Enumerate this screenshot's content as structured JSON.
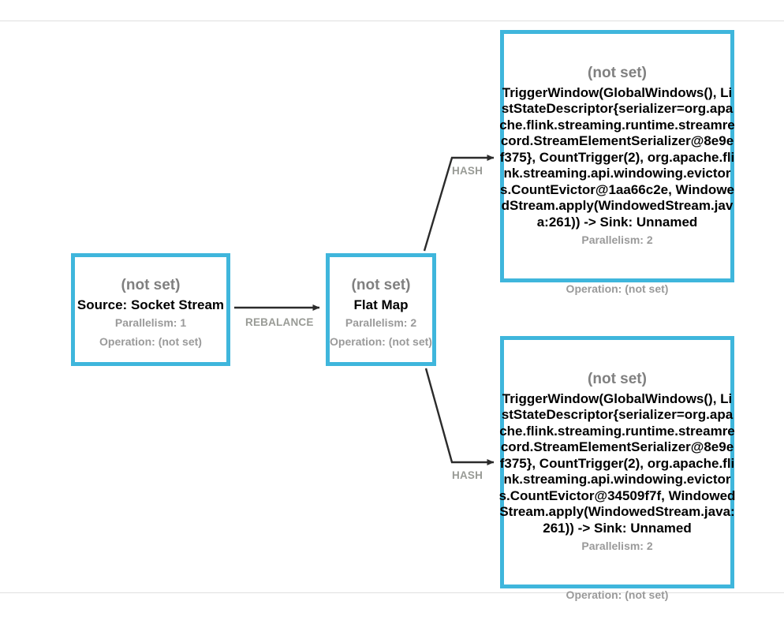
{
  "page": {
    "title": "Flink Job Execution Plan",
    "background": "#ffffff",
    "accent_color": "#3fb6dc",
    "muted_text_color": "#9a9a9a",
    "edge_label_color": "#999b96"
  },
  "graph": {
    "nodes": [
      {
        "id": "source",
        "title": "(not set)",
        "name": "Source: Socket Stream",
        "parallelism": "Parallelism: 1",
        "operation": "Operation: (not set)"
      },
      {
        "id": "flatmap",
        "title": "(not set)",
        "name": "Flat Map",
        "parallelism": "Parallelism: 2",
        "operation": "Operation: (not set)"
      },
      {
        "id": "window-top",
        "title": "(not set)",
        "name": "TriggerWindow(GlobalWindows(), ListStateDescriptor{serializer=org.apache.flink.streaming.runtime.streamrecord.StreamElementSerializer@8e9ef375}, CountTrigger(2), org.apache.flink.streaming.api.windowing.evictors.CountEvictor@1aa66c2e, WindowedStream.apply(WindowedStream.java:261)) -> Sink: Unnamed",
        "parallelism": "Parallelism: 2",
        "operation": "Operation: (not set)"
      },
      {
        "id": "window-bottom",
        "title": "(not set)",
        "name": "TriggerWindow(GlobalWindows(), ListStateDescriptor{serializer=org.apache.flink.streaming.runtime.streamrecord.StreamElementSerializer@8e9ef375}, CountTrigger(2), org.apache.flink.streaming.api.windowing.evictors.CountEvictor@34509f7f, WindowedStream.apply(WindowedStream.java:261)) -> Sink: Unnamed",
        "parallelism": "Parallelism: 2",
        "operation": "Operation: (not set)"
      }
    ],
    "edges": [
      {
        "id": "source-to-flatmap",
        "label": "REBALANCE",
        "from": "source",
        "to": "flatmap"
      },
      {
        "id": "flatmap-to-window-top",
        "label": "HASH",
        "from": "flatmap",
        "to": "window-top"
      },
      {
        "id": "flatmap-to-window-bottom",
        "label": "HASH",
        "from": "flatmap",
        "to": "window-bottom"
      }
    ]
  }
}
